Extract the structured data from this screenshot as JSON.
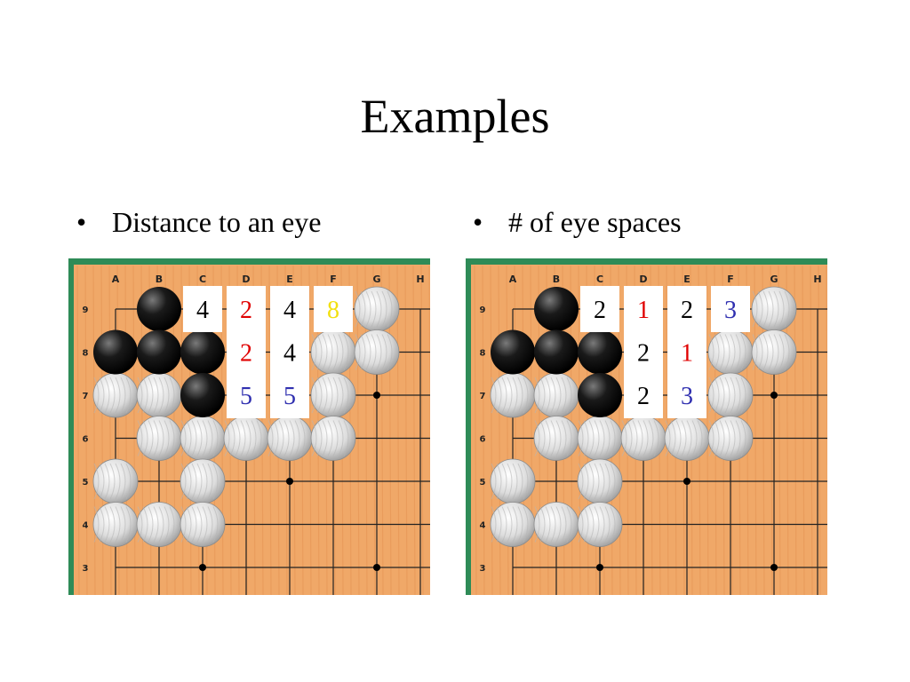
{
  "slide": {
    "title": "Examples",
    "bullet_glyph": "•"
  },
  "columns": [
    "A",
    "B",
    "C",
    "D",
    "E",
    "F",
    "G",
    "H"
  ],
  "rows": [
    "9",
    "8",
    "7",
    "6",
    "5",
    "4",
    "3"
  ],
  "colors": {
    "wood": "#f0a868",
    "frame": "#2e8b57",
    "grid": "#222222",
    "black_stone": "#1a1a1a",
    "white_stone": "#dcdcdc",
    "label_black": "#000000",
    "label_red": "#e00000",
    "label_blue": "#3030b0",
    "label_yellow": "#f2e010"
  },
  "stones": {
    "black": [
      "B9",
      "A8",
      "B8",
      "C8",
      "C7"
    ],
    "white": [
      "G9",
      "F8",
      "G8",
      "A7",
      "B7",
      "F7",
      "B6",
      "C6",
      "D6",
      "E6",
      "F6",
      "A5",
      "C5",
      "A4",
      "B4",
      "C4"
    ]
  },
  "star_points": [
    "G7",
    "E5",
    "C3",
    "G3"
  ],
  "panels": [
    {
      "bullet": "Distance to an eye",
      "labels": [
        {
          "point": "C9",
          "text": "4",
          "color": "label_black"
        },
        {
          "point": "D9",
          "text": "2",
          "color": "label_red"
        },
        {
          "point": "E9",
          "text": "4",
          "color": "label_black"
        },
        {
          "point": "F9",
          "text": "8",
          "color": "label_yellow"
        },
        {
          "point": "D8",
          "text": "2",
          "color": "label_red"
        },
        {
          "point": "E8",
          "text": "4",
          "color": "label_black"
        },
        {
          "point": "D7",
          "text": "5",
          "color": "label_blue"
        },
        {
          "point": "E7",
          "text": "5",
          "color": "label_blue"
        }
      ]
    },
    {
      "bullet": "# of eye spaces",
      "labels": [
        {
          "point": "C9",
          "text": "2",
          "color": "label_black"
        },
        {
          "point": "D9",
          "text": "1",
          "color": "label_red"
        },
        {
          "point": "E9",
          "text": "2",
          "color": "label_black"
        },
        {
          "point": "F9",
          "text": "3",
          "color": "label_blue"
        },
        {
          "point": "D8",
          "text": "2",
          "color": "label_black"
        },
        {
          "point": "E8",
          "text": "1",
          "color": "label_red"
        },
        {
          "point": "D7",
          "text": "2",
          "color": "label_black"
        },
        {
          "point": "E7",
          "text": "3",
          "color": "label_blue"
        }
      ]
    }
  ]
}
